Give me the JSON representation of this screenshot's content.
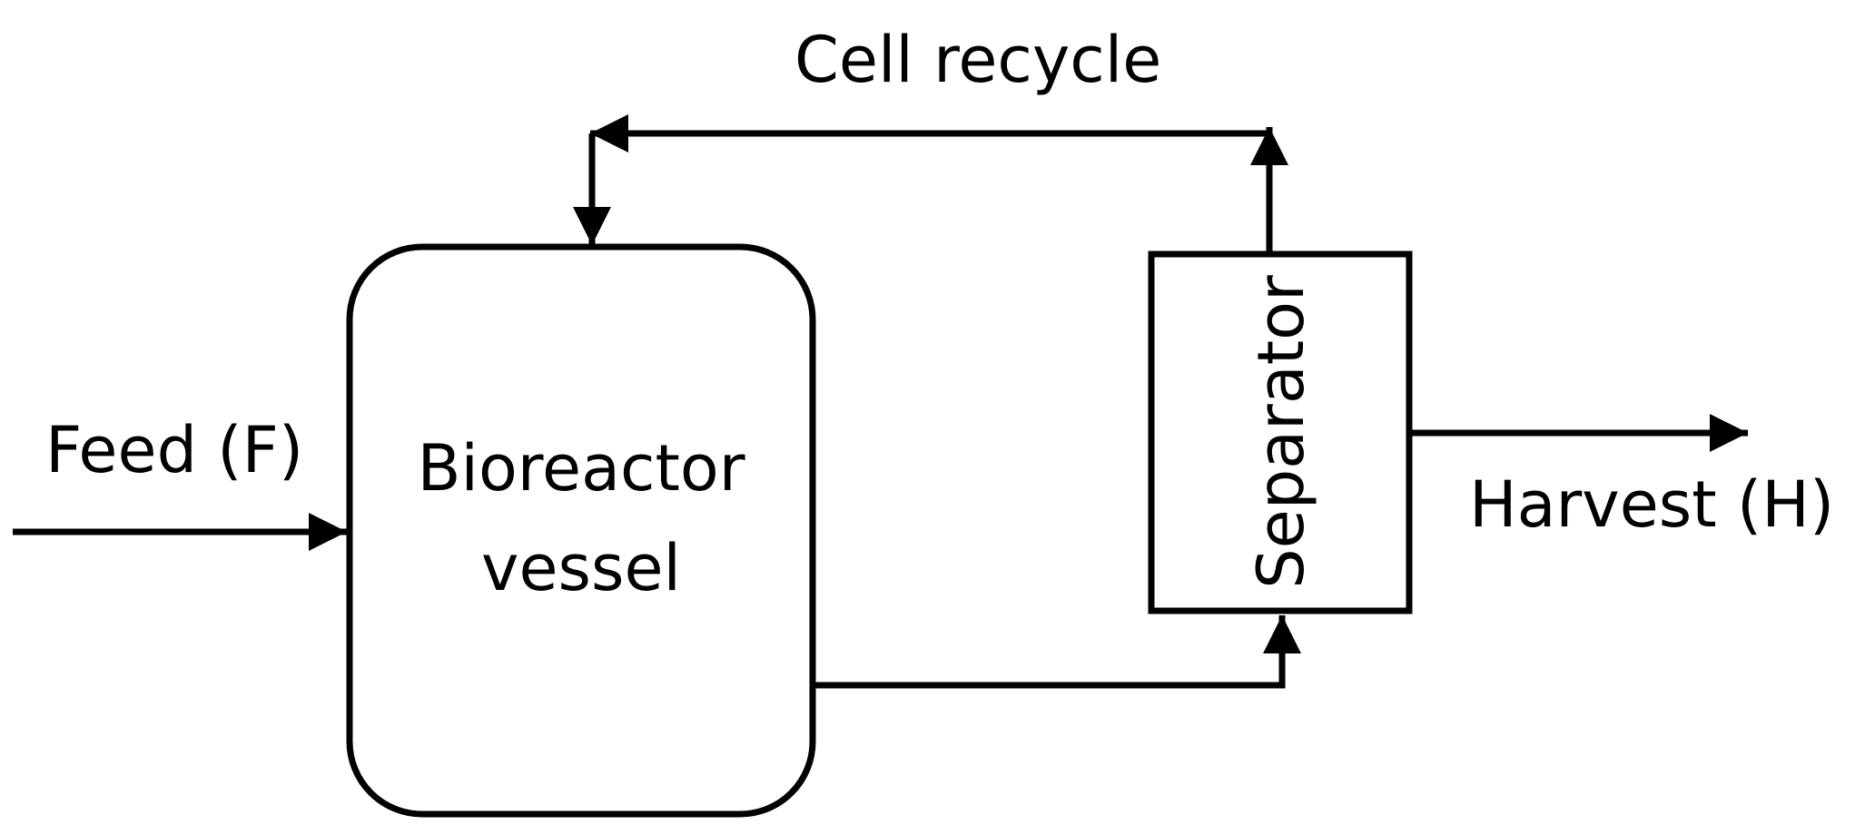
{
  "labels": {
    "cell_recycle": "Cell recycle",
    "feed": "Feed (F)",
    "bioreactor_line1": "Bioreactor",
    "bioreactor_line2": "vessel",
    "separator": "Separator",
    "harvest": "Harvest (H)"
  },
  "colors": {
    "stroke": "#000000",
    "background": "#ffffff"
  }
}
